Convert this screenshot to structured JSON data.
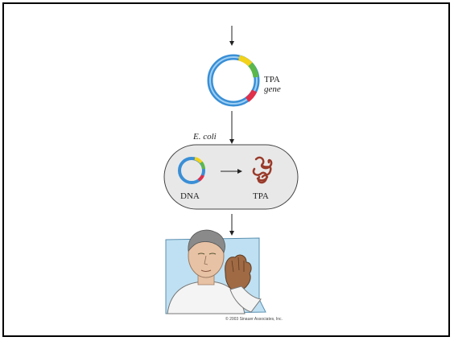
{
  "labels": {
    "tpa": "TPA",
    "gene": "gene",
    "ecoli": "E. coli",
    "dna": "DNA",
    "tpa_product": "TPA",
    "copyright": "© 2003 Sinauer Associates, Inc."
  },
  "icons": [
    "down-arrow-icon",
    "plasmid-icon",
    "cell-icon",
    "right-arrow-icon",
    "protein-icon",
    "patient-illustration"
  ],
  "colors": {
    "plasmid_ring": "#3a8fd6",
    "gene_yellow": "#f2d21a",
    "gene_green": "#5cb84a",
    "gene_red": "#e0304a",
    "cell_fill": "#e8e8e8",
    "protein": "#9a3a2a",
    "patient_bg": "#bfe0f2"
  }
}
